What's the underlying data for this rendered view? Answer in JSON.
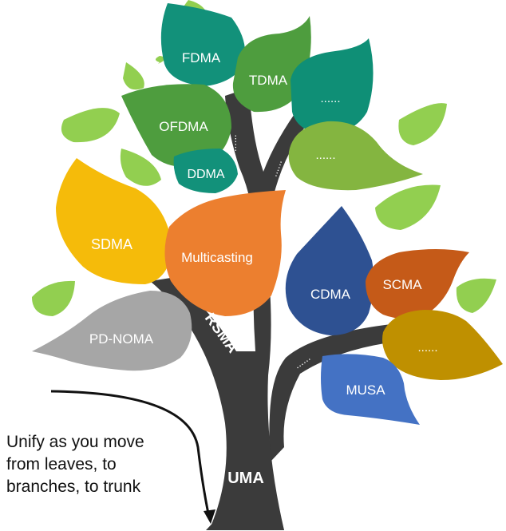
{
  "diagram": {
    "leaves": [
      {
        "id": "fdma",
        "label": "FDMA",
        "color": "#12917a"
      },
      {
        "id": "tdma",
        "label": "TDMA",
        "color": "#4e9d3e"
      },
      {
        "id": "top-right-more",
        "label": "......",
        "color": "#0f8f76"
      },
      {
        "id": "ofdma",
        "label": "OFDMA",
        "color": "#4e9d3e"
      },
      {
        "id": "ddma",
        "label": "DDMA",
        "color": "#12917a"
      },
      {
        "id": "right-more",
        "label": "......",
        "color": "#84b540"
      },
      {
        "id": "sdma",
        "label": "SDMA",
        "color": "#f5bb0a"
      },
      {
        "id": "multicasting",
        "label": "Multicasting",
        "color": "#ec7f2f"
      },
      {
        "id": "cdma",
        "label": "CDMA",
        "color": "#2e5192"
      },
      {
        "id": "scma",
        "label": "SCMA",
        "color": "#c55a18"
      },
      {
        "id": "pd-noma",
        "label": "PD-NOMA",
        "color": "#a6a6a6"
      },
      {
        "id": "bottom-right-more",
        "label": "......",
        "color": "#bf9000"
      },
      {
        "id": "musa",
        "label": "MUSA",
        "color": "#4472c4"
      }
    ],
    "branch_label": "RSMA",
    "trunk_label": "UMA",
    "branch_dots": "......",
    "colors": {
      "trunk": "#3b3b3b",
      "accent_leaf": "#92cf50"
    }
  },
  "note": {
    "lines": [
      "Unify as you move",
      "from leaves, to",
      "branches, to trunk"
    ]
  }
}
